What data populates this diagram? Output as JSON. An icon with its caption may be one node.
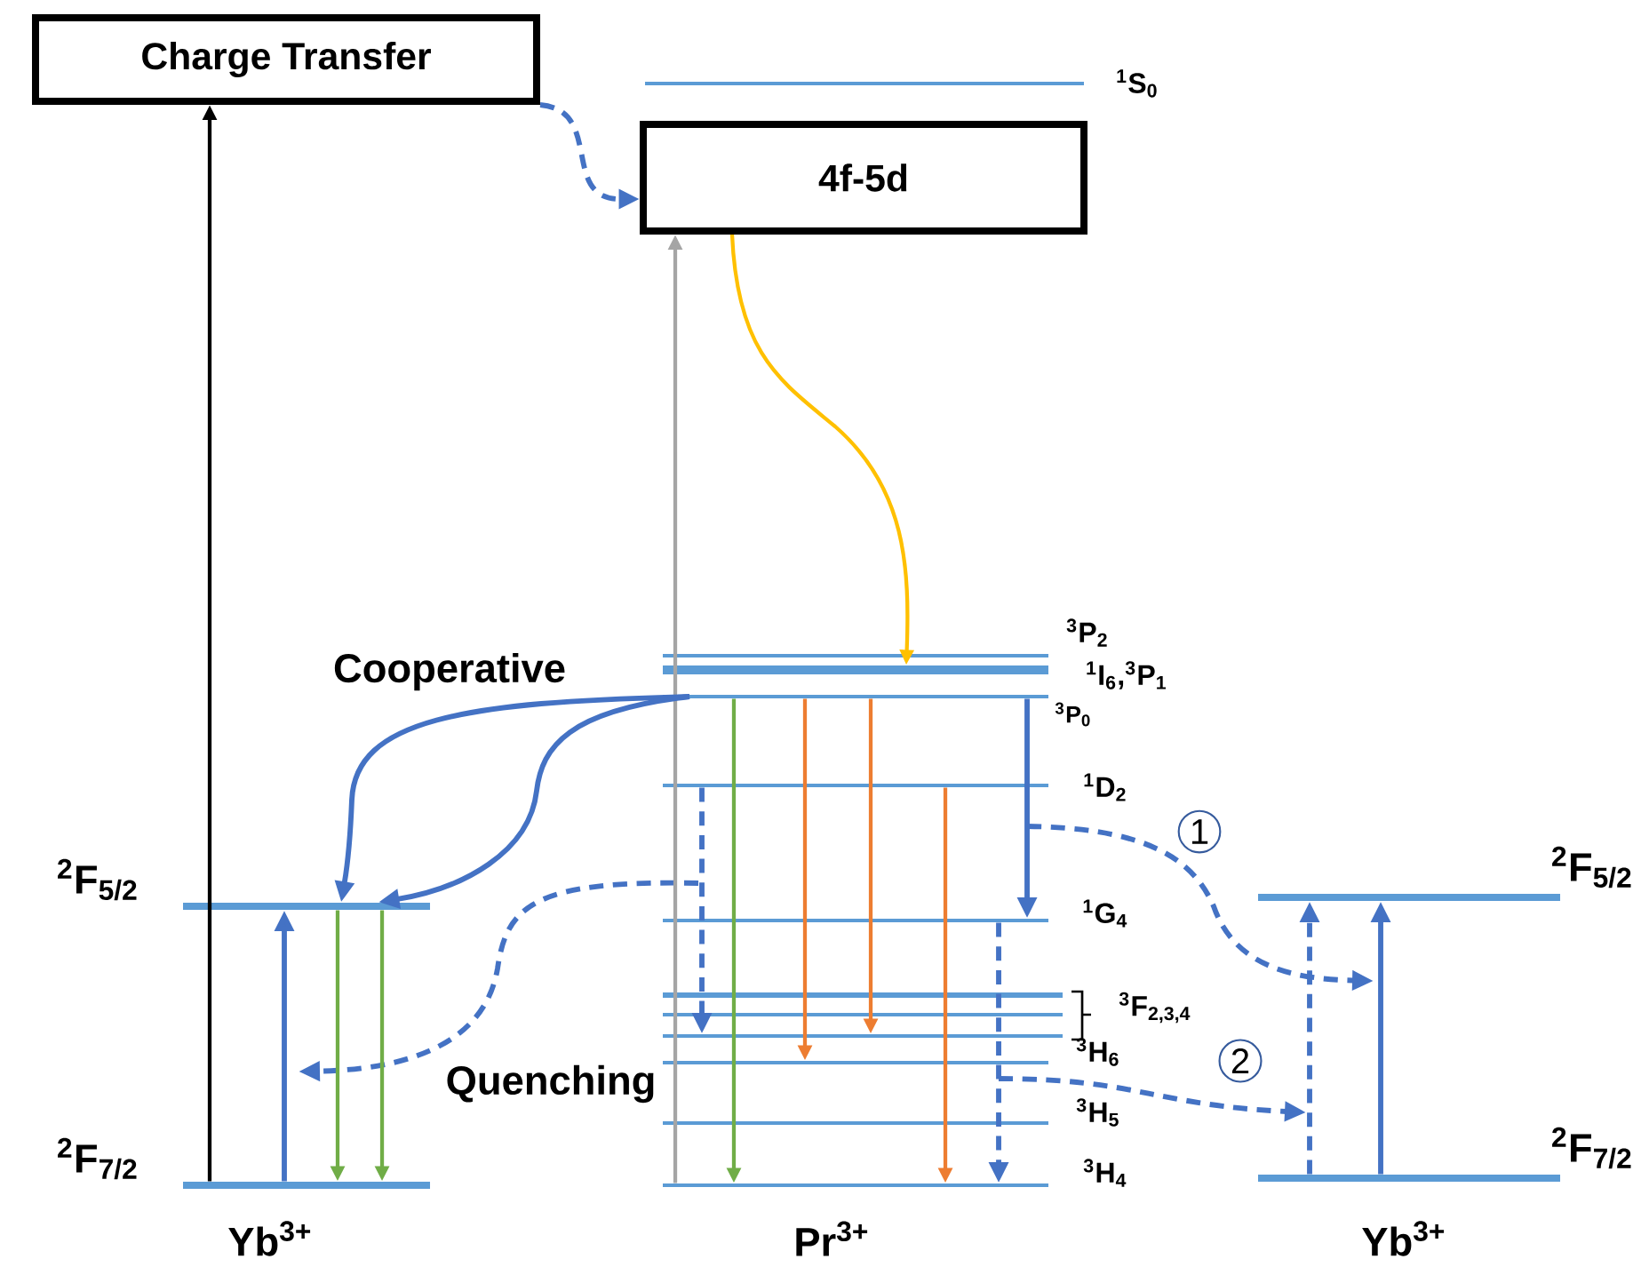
{
  "diagram": {
    "nodes": [
      {
        "text": [
          "Charge Transfer"
        ]
      },
      {
        "text": [
          "4f-5d"
        ]
      },
      {
        "text": [
          "$^{2}$F$_{5/2}$"
        ]
      },
      {
        "text": [
          "$^{2}$F$_{7/2}$"
        ]
      },
      {
        "text": [
          "$^{1}$S$_{0}$"
        ]
      },
      {
        "text": [
          "$^{3}$P$_{2}$"
        ]
      },
      {
        "text": [
          "$^{1}$I$_{6}$,$^{3}$P$_{1}$"
        ]
      },
      {
        "text": [
          "$^{3}$P$_{0}$"
        ]
      },
      {
        "text": [
          "$^{1}$D$_{2}$"
        ]
      },
      {
        "text": [
          "$^{1}$G$_{4}$"
        ]
      },
      {
        "text": [],
        "shape": "bar"
      },
      {
        "text": [],
        "shape": "bar"
      },
      {
        "text": [],
        "shape": "bar"
      },
      {
        "text": [
          "$^{3}$H$_{6}$"
        ]
      },
      {
        "text": [
          "$^{3}$H$_{5}$"
        ]
      },
      {
        "text": [
          "$^{3}$H$_{4}$"
        ]
      },
      {
        "text": [
          "$^{2}$F$_{5/2}$"
        ]
      },
      {
        "text": [
          "$^{2}$F$_{7/2}$"
        ]
      }
    ],
    "edges": [
      {
        "from": 3,
        "to": 0,
        "arrow": "to",
        "color": "#000000"
      },
      {
        "from": 0,
        "to": 1,
        "arrow": "to",
        "style": "dashed"
      },
      {
        "from": 15,
        "to": 1,
        "arrow": "to",
        "color": "#a5a5a5"
      },
      {
        "from": 1,
        "to": 6,
        "arrow": "to",
        "color": "#ffc000"
      },
      {
        "from": 7,
        "to": 2,
        "arrow": "to"
      },
      {
        "from": 7,
        "to": 2,
        "arrow": "to"
      },
      {
        "from": 8,
        "to": 12,
        "arrow": "to",
        "style": "dashed"
      },
      {
        "from": 7,
        "to": 15,
        "arrow": "to",
        "color": "#70ad47"
      },
      {
        "from": 7,
        "to": 13,
        "arrow": "to",
        "color": "#ed7d31"
      },
      {
        "from": 7,
        "to": 12,
        "arrow": "to",
        "color": "#ed7d31"
      },
      {
        "from": 8,
        "to": 15,
        "arrow": "to",
        "color": "#ed7d31"
      },
      {
        "from": 7,
        "to": 9,
        "arrow": "to"
      },
      {
        "from": 9,
        "to": 15,
        "arrow": "to",
        "style": "dashed"
      },
      {
        "from": 3,
        "to": 2,
        "arrow": "to"
      },
      {
        "from": 2,
        "to": 3,
        "arrow": "to",
        "color": "#70ad47"
      },
      {
        "from": 2,
        "to": 3,
        "arrow": "to",
        "color": "#70ad47"
      },
      {
        "from": 17,
        "to": 16,
        "arrow": "to",
        "style": "dashed"
      },
      {
        "from": 17,
        "to": 16,
        "arrow": "to"
      }
    ],
    "labels": [
      "Cooperative",
      "Quenching",
      "1",
      "2",
      "$^{3}$F$_{2,3,4}$",
      "Yb$^{3+}$",
      "Pr$^{3+}$",
      "Yb$^{3+}$"
    ]
  }
}
